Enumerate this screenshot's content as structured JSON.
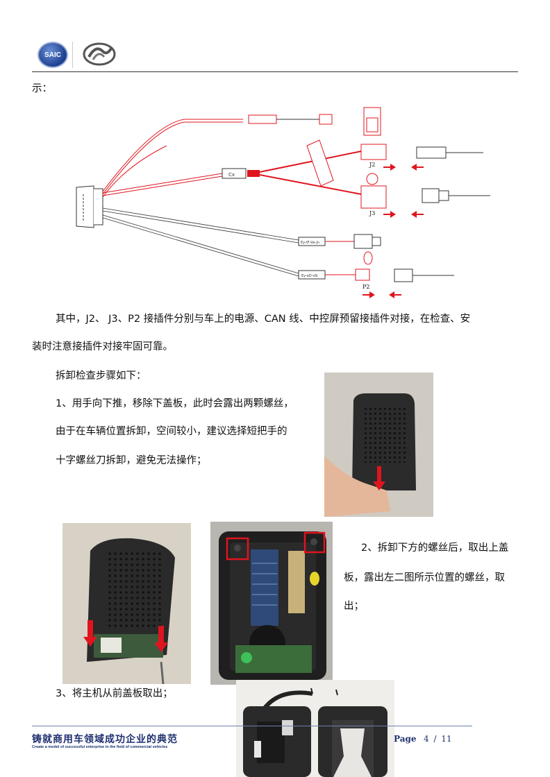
{
  "header": {
    "saic_logo_text": "SAIC"
  },
  "intro_text": "示：",
  "diagram": {
    "labels": {
      "j2": "J2",
      "j3": "J3",
      "p2": "P2",
      "can_tag": "Cx",
      "tag2": "Ey-tF-Va-Jn",
      "tag3": "Ey-eD-vN"
    }
  },
  "paragraphs": {
    "p1_line1": "其中，J2、 J3、P2 接插件分别与车上的电源、CAN 线、中控屏预留接插件对接，在检查、安",
    "p1_line2": "装时注意接插件对接牢固可靠。",
    "steps_intro": "拆卸检查步骤如下：",
    "step1_line1": "1、用手向下推，移除下盖板，此时会露出两颗螺丝，",
    "step1_line2": "由于在车辆位置拆卸，空间较小，建议选择短把手的",
    "step1_line3": "十字螺丝刀拆卸，避免无法操作；",
    "step2_line1": "2、拆卸下方的螺丝后，取出上盖",
    "step2_line2": "板，露出左二图所示位置的螺丝，取",
    "step2_line3": "出；",
    "step3_line1": "3、将主机从前盖板取出；"
  },
  "footer": {
    "slogan_cn": "铸就商用车领域成功企业的典范",
    "slogan_en": "Create a model of successful enterprise in the field of commercial vehicles",
    "page_label": "Page",
    "page_number": "4 / 11"
  },
  "colors": {
    "accent_red": "#e0141e",
    "footer_blue": "#1d2f6f"
  }
}
